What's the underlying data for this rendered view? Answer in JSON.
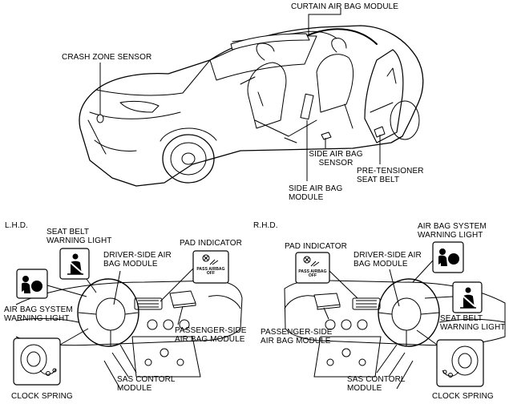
{
  "labels": {
    "curtain_air_bag_module": "CURTAIN AIR BAG MODULE",
    "crash_zone_sensor": "CRASH ZONE SENSOR",
    "side_air_bag_sensor_l1": "SIDE AIR BAG",
    "side_air_bag_sensor_l2": "SENSOR",
    "pre_tensioner_l1": "PRE-TENSIONER",
    "pre_tensioner_l2": "SEAT BELT",
    "side_air_bag_module_l1": "SIDE AIR BAG",
    "side_air_bag_module_l2": "MODULE"
  },
  "lhd": {
    "heading": "L.H.D.",
    "seat_belt_warning_l1": "SEAT BELT",
    "seat_belt_warning_l2": "WARNING LIGHT",
    "driver_side_l1": "DRIVER-SIDE AIR",
    "driver_side_l2": "BAG MODULE",
    "pad_indicator": "PAD INDICATOR",
    "air_bag_system_l1": "AIR BAG SYSTEM",
    "air_bag_system_l2": "WARNING LIGHT",
    "passenger_side_l1": "PASSENGER-SIDE",
    "passenger_side_l2": "AIR BAG MODULE",
    "sas_l1": "SAS CONTORL",
    "sas_l2": "MODULE",
    "clock_spring": "CLOCK SPRING",
    "indicator_l1": "PASS AIRBAG",
    "indicator_l2": "OFF"
  },
  "rhd": {
    "heading": "R.H.D.",
    "pad_indicator": "PAD INDICATOR",
    "driver_side_l1": "DRIVER-SIDE AIR",
    "driver_side_l2": "BAG MODULE",
    "air_bag_system_l1": "AIR BAG SYSTEM",
    "air_bag_system_l2": "WARNING LIGHT",
    "seat_belt_warning_l1": "SEAT BELT",
    "seat_belt_warning_l2": "WARNING LIGHT",
    "passenger_side_l1": "PASSENGER-SIDE",
    "passenger_side_l2": "AIR BAG MODULE",
    "sas_l1": "SAS CONTORL",
    "sas_l2": "MODULE",
    "clock_spring": "CLOCK SPRING",
    "indicator_l1": "PASS AIRBAG",
    "indicator_l2": "OFF"
  }
}
